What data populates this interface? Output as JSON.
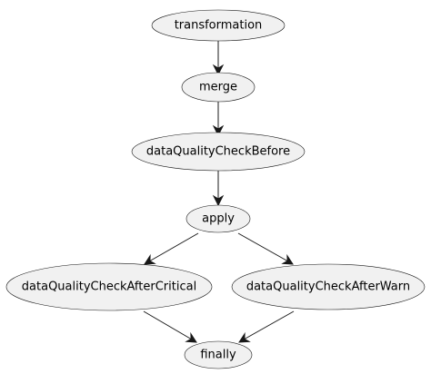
{
  "diagram": {
    "nodes": [
      {
        "id": "transformation",
        "label": "transformation"
      },
      {
        "id": "merge",
        "label": "merge"
      },
      {
        "id": "dqBefore",
        "label": "dataQualityCheckBefore"
      },
      {
        "id": "apply",
        "label": "apply"
      },
      {
        "id": "dqCritical",
        "label": "dataQualityCheckAfterCritical"
      },
      {
        "id": "dqWarn",
        "label": "dataQualityCheckAfterWarn"
      },
      {
        "id": "finally",
        "label": "finally"
      }
    ],
    "edges": [
      {
        "from": "transformation",
        "to": "merge"
      },
      {
        "from": "merge",
        "to": "dqBefore"
      },
      {
        "from": "dqBefore",
        "to": "apply"
      },
      {
        "from": "apply",
        "to": "dqCritical"
      },
      {
        "from": "apply",
        "to": "dqWarn"
      },
      {
        "from": "dqCritical",
        "to": "finally"
      },
      {
        "from": "dqWarn",
        "to": "finally"
      }
    ]
  }
}
